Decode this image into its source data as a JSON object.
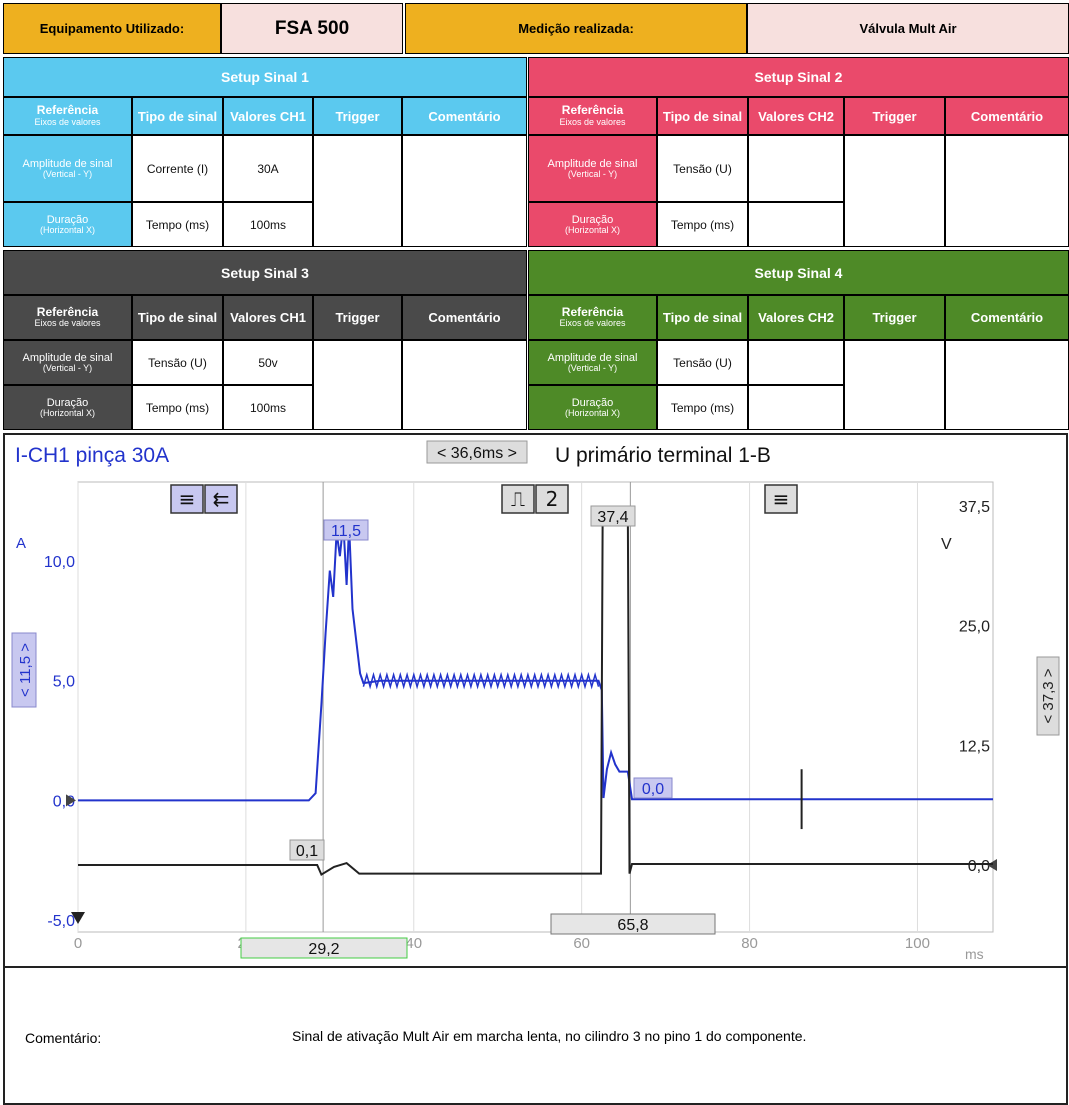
{
  "header": {
    "equip_label": "Equipamento Utilizado:",
    "equip_value": "FSA 500",
    "medicao_label": "Medição realizada:",
    "medicao_value": "Válvula Mult Air"
  },
  "colors": {
    "s1": "#5bc9ef",
    "s2": "#ea4a6b",
    "s3": "#4a4a4a",
    "s4": "#4e8a27",
    "gold": "#eeb01f",
    "pink": "#f7e0de"
  },
  "setups": [
    {
      "title": "Setup Sinal 1",
      "ref": "Referência",
      "ref_sub": "Eixos de valores",
      "tipo": "Tipo de sinal",
      "valores": "Valores CH1",
      "trigger": "Trigger",
      "comentario": "Comentário",
      "r1_label": "Amplitude de sinal",
      "r1_sub": "(Vertical - Y)",
      "r1_tipo": "Corrente (I)",
      "r1_val": "30A",
      "r2_label": "Duração",
      "r2_sub": "(Horizontal X)",
      "r2_tipo": "Tempo (ms)",
      "r2_val": "100ms"
    },
    {
      "title": "Setup Sinal 2",
      "ref": "Referência",
      "ref_sub": "Eixos de valores",
      "tipo": "Tipo de sinal",
      "valores": "Valores CH2",
      "trigger": "Trigger",
      "comentario": "Comentário",
      "r1_label": "Amplitude de sinal",
      "r1_sub": "(Vertical - Y)",
      "r1_tipo": "Tensão (U)",
      "r1_val": "",
      "r2_label": "Duração",
      "r2_sub": "(Horizontal X)",
      "r2_tipo": "Tempo (ms)",
      "r2_val": ""
    },
    {
      "title": "Setup Sinal 3",
      "ref": "Referência",
      "ref_sub": "Eixos de valores",
      "tipo": "Tipo de sinal",
      "valores": "Valores CH1",
      "trigger": "Trigger",
      "comentario": "Comentário",
      "r1_label": "Amplitude de sinal",
      "r1_sub": "(Vertical - Y)",
      "r1_tipo": "Tensão (U)",
      "r1_val": "50v",
      "r2_label": "Duração",
      "r2_sub": "(Horizontal X)",
      "r2_tipo": "Tempo (ms)",
      "r2_val": "100ms"
    },
    {
      "title": "Setup Sinal 4",
      "ref": "Referência",
      "ref_sub": "Eixos de valores",
      "tipo": "Tipo de sinal",
      "valores": "Valores CH2",
      "trigger": "Trigger",
      "comentario": "Comentário",
      "r1_label": "Amplitude de sinal",
      "r1_sub": "(Vertical - Y)",
      "r1_tipo": "Tensão (U)",
      "r1_val": "",
      "r2_label": "Duração",
      "r2_sub": "(Horizontal X)",
      "r2_tipo": "Tempo (ms)",
      "r2_val": ""
    }
  ],
  "chart_data": {
    "type": "line",
    "title_left": "I-CH1 pinça 30A",
    "title_right": "U primário terminal 1-B",
    "cursor_delta": "< 36,6ms >",
    "xlabel": "ms",
    "xlim": [
      0,
      109
    ],
    "x_ticks": [
      "0",
      "20",
      "40",
      "60",
      "80",
      "100"
    ],
    "left_axis": {
      "unit": "A",
      "ylim": [
        -5.5,
        13.3
      ],
      "ticks": [
        "-5,0",
        "0,0",
        "5,0",
        "10,0"
      ]
    },
    "right_axis": {
      "unit": "V",
      "ylim": [
        -7,
        40
      ],
      "ticks": [
        "0,0",
        "12,5",
        "25,0",
        "37,5"
      ]
    },
    "left_side_badge": "< 11,5 >",
    "right_side_badge": "< 37,3 >",
    "cursor1_x_label": "29,2",
    "cursor2_x_label": "65,8",
    "markers": {
      "peak_current": "11,5",
      "peak_voltage": "37,4",
      "current_after": "0,0",
      "voltage_low": "0,1"
    },
    "series": [
      {
        "name": "I-CH1 pinça 30A",
        "axis": "left",
        "color": "#2233cc",
        "points": [
          [
            0,
            0
          ],
          [
            27.5,
            0
          ],
          [
            28.3,
            0.3
          ],
          [
            29,
            4
          ],
          [
            29.5,
            7
          ],
          [
            30,
            9.6
          ],
          [
            30.4,
            8.5
          ],
          [
            30.8,
            11.2
          ],
          [
            31.2,
            10.2
          ],
          [
            31.6,
            11.6
          ],
          [
            32,
            9
          ],
          [
            32.3,
            11.5
          ],
          [
            32.7,
            8
          ],
          [
            33.2,
            6.5
          ],
          [
            33.6,
            5.3
          ],
          [
            34,
            4.9
          ],
          [
            36,
            5.0
          ],
          [
            50,
            5.0
          ],
          [
            62,
            5.0
          ],
          [
            62.4,
            4.6
          ],
          [
            62.6,
            0.1
          ],
          [
            63,
            1.3
          ],
          [
            63.5,
            2.0
          ],
          [
            64,
            1.5
          ],
          [
            64.5,
            1.2
          ],
          [
            65.5,
            1.2
          ],
          [
            66,
            0.05
          ],
          [
            85,
            0.05
          ],
          [
            86,
            0.05
          ],
          [
            109,
            0.05
          ]
        ]
      },
      {
        "name": "U primário terminal 1-B",
        "axis": "right",
        "color": "#222222",
        "points": [
          [
            0,
            0
          ],
          [
            28.5,
            0
          ],
          [
            29,
            -1
          ],
          [
            30.5,
            -0.2
          ],
          [
            32,
            0.2
          ],
          [
            33.5,
            -0.9
          ],
          [
            37,
            -0.9
          ],
          [
            62,
            -0.9
          ],
          [
            62.3,
            -0.9
          ],
          [
            62.5,
            37.4
          ],
          [
            65.5,
            37.4
          ],
          [
            65.7,
            -0.9
          ],
          [
            66,
            0.1
          ],
          [
            109,
            0.1
          ]
        ]
      }
    ],
    "signal_icons": [
      [
        "≡",
        "⇇"
      ],
      [
        "⎍",
        "2"
      ],
      [
        "≡"
      ]
    ]
  },
  "comment": {
    "label": "Comentário:",
    "text": "Sinal de ativação Mult Air em marcha lenta, no cilindro 3 no pino 1 do componente."
  }
}
